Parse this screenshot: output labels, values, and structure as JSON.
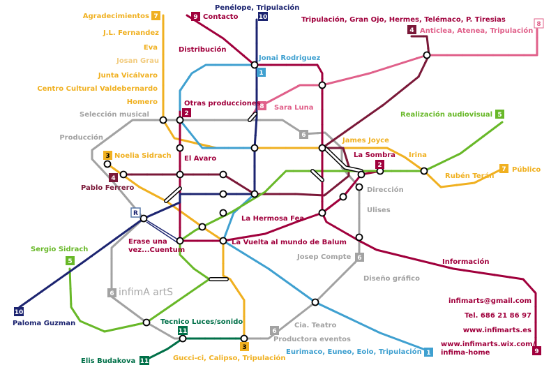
{
  "colors": {
    "l1": "#3fa0d0",
    "l2": "#a0003c",
    "l3": "#f0b020",
    "l4": "#7a1838",
    "l5": "#68b828",
    "l6": "#a2a2a2",
    "l7": "#f0b020",
    "l8": "#e0608a",
    "l9": "#a0003c",
    "l10": "#1c2470",
    "l11": "#007048",
    "r": "#5878a8"
  },
  "badges": {
    "b1a": "1",
    "b1b": "1",
    "b2a": "2",
    "b2b": "2",
    "b3a": "3",
    "b3b": "3",
    "b4a": "4",
    "b4b": "4",
    "b5a": "5",
    "b5b": "5",
    "b6a": "6",
    "b6b": "6",
    "b6c": "6",
    "b6d": "6",
    "b7a": "7",
    "b7b": "7",
    "b8a": "8",
    "b8b": "8",
    "b9a": "9",
    "b9b": "9",
    "b10a": "10",
    "b10b": "10",
    "b11a": "11",
    "b11b": "11",
    "br": "R"
  },
  "labels": {
    "agradecimientos": "Agradecimientos",
    "jl_fernandez": "J.L. Fernandez",
    "eva": "Eva",
    "josan_grau": "Josan Grau",
    "junta_vicalvaro": "Junta Vicálvaro",
    "centro_cultural": "Centro Cultural Valdebernardo",
    "homero": "Homero",
    "contacto": "Contacto",
    "penelope": "Penélope, Tripulación",
    "tripulacion_group": "Tripulación, Gran Ojo, Hermes, Telémaco, P. Tiresias",
    "anticlea": "Anticlea, Atenea, Tripulación",
    "distribucion": "Distribución",
    "jonai": "Jonai Rodriguez",
    "otras_producciones": "Otras producciones",
    "sara_luna": "Sara Luna",
    "seleccion_musical": "Selección musical",
    "produccion": "Producción",
    "realizacion": "Realización audiovisual",
    "james_joyce": "James Joyce",
    "la_sombra": "La Sombra",
    "irina": "Irina",
    "noelia": "Noelia Sidrach",
    "el_avaro": "El Avaro",
    "ruben_teran": "Rubén Terán",
    "publico": "Público",
    "pablo_ferrero": "Pablo Ferrero",
    "direccion": "Dirección",
    "ulises": "Ulises",
    "la_hermosa_fea": "La Hermosa Fea",
    "erase1": "Erase una",
    "erase2": "vez...Cuentum",
    "la_vuelta": "La Vuelta al mundo de Balum",
    "sergio": "Sergio Sidrach",
    "josep": "Josep Compte",
    "informacion": "Información",
    "diseno": "Diseño gráfico",
    "watermark": "infimA artS",
    "email": "infimarts@gmail.com",
    "tel": "Tel. 686 21 86 97",
    "web1": "www.infimarts.es",
    "web2": "www.infimarts.wix.com/",
    "web3": "infima-home",
    "tecnico": "Tecnico Luces/sonido",
    "cia_teatro": "Cia. Teatro",
    "productora": "Productora eventos",
    "paloma": "Paloma Guzman",
    "eurimaco": "Eurimaco, Euneo, Eolo, Tripulación",
    "gucci": "Gucci-ci, Calipso, Tripulación",
    "elis": "Elis Budakova"
  }
}
